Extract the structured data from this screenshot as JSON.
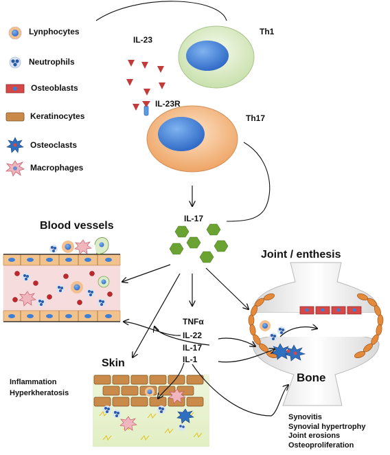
{
  "legend": {
    "lymphocytes": "Lynphocytes",
    "neutrophils": "Neutrophils",
    "osteoblasts": "Osteoblasts",
    "keratinocytes": "Keratinocytes",
    "osteoclasts": "Osteoclasts",
    "macrophages": "Macrophages"
  },
  "cells": {
    "th1": "Th1",
    "th17": "Th17",
    "il23": "IL-23",
    "il23r": "IL-23R",
    "il17": "IL-17"
  },
  "cytokines": [
    "TNFα",
    "IL-22",
    "IL-17",
    "IL-1"
  ],
  "regions": {
    "blood_vessels": "Blood vessels",
    "joint": "Joint / enthesis",
    "skin": "Skin",
    "bone": "Bone"
  },
  "skin_effects": [
    "Inflammation",
    "Hyperkheratosis"
  ],
  "joint_effects": [
    "Synovitis",
    "Synovial hypertrophy",
    "Joint erosions",
    "Osteoproliferation"
  ],
  "colors": {
    "th1_fill": "#dcebc8",
    "th17_fill": "#f6c394",
    "nucleus": "#3d7fd6",
    "il23_triangle": "#c23b3b",
    "il17_hexagon": "#6aa332",
    "vessel_lumen": "#f6dcdc",
    "keratinocyte": "#c98a4a",
    "osteoclast": "#2f6fbf",
    "osteoblast": "#d64848"
  }
}
